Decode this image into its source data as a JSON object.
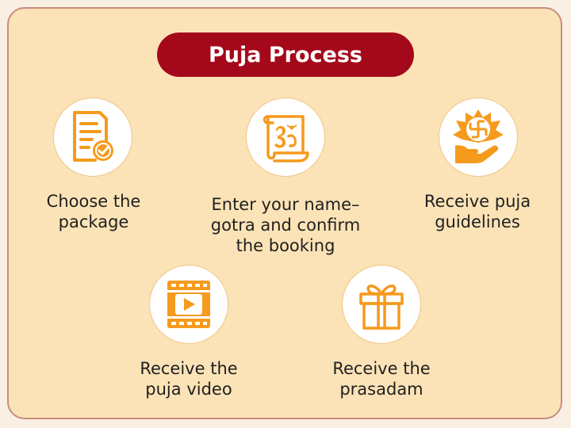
{
  "title": "Puja Process",
  "colors": {
    "accent": "#f59a1c",
    "title_bg": "#a4091b",
    "card_bg": "#fbe3b7",
    "card_border": "#c88d7e"
  },
  "steps": [
    {
      "label": "Choose the\npackage",
      "icon": "document-check-icon"
    },
    {
      "label": "Enter your name–\ngotra and confirm\nthe booking",
      "icon": "om-scroll-icon"
    },
    {
      "label": "Receive puja\nguidelines",
      "icon": "swastik-hand-icon"
    },
    {
      "label": "Receive the\npuja video",
      "icon": "video-film-icon"
    },
    {
      "label": "Receive the\nprasadam",
      "icon": "gift-box-icon"
    }
  ]
}
